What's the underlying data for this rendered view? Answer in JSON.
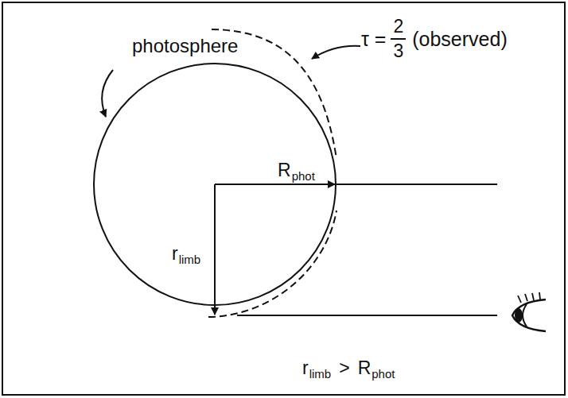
{
  "diagram": {
    "labels": [
      "photosphere",
      "τ =",
      "2",
      "3",
      "(observed)",
      "R",
      "phot",
      "r",
      "limb",
      "r",
      "limb",
      ">",
      "R",
      "phot"
    ]
  }
}
